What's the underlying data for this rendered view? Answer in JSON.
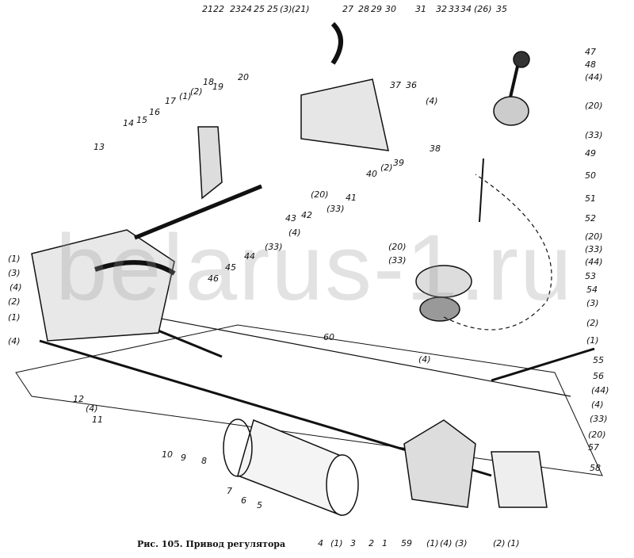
{
  "figure": {
    "caption": "Рис. 105. Привод регулятора",
    "watermark": "belarus-1.ru",
    "labels": [
      "21",
      "22",
      "23",
      "24",
      "25",
      "25",
      "(3)",
      "(21)",
      "27",
      "28",
      "29",
      "30",
      "31",
      "32",
      "33",
      "34",
      "(26)",
      "35",
      "47",
      "48",
      "(44)",
      "(20)",
      "(33)",
      "49",
      "50",
      "51",
      "52",
      "(20)",
      "(33)",
      "(44)",
      "53",
      "54",
      "(3)",
      "(2)",
      "(1)",
      "55",
      "56",
      "(44)",
      "(4)",
      "(33)",
      "(20)",
      "57",
      "58",
      "36",
      "(4)",
      "37",
      "38",
      "39",
      "(2)",
      "40",
      "41",
      "(33)",
      "(20)",
      "42",
      "43",
      "(4)",
      "(33)",
      "44",
      "45",
      "46",
      "20",
      "19",
      "18",
      "(2)",
      "(1)",
      "17",
      "16",
      "15",
      "14",
      "13",
      "(1)",
      "(3)",
      "(4)",
      "(2)",
      "(1)",
      "(4)",
      "(20)",
      "(33)",
      "60",
      "12",
      "(4)",
      "11",
      "10",
      "9",
      "8",
      "7",
      "6",
      "5",
      "4",
      "(1)",
      "3",
      "2",
      "1",
      "59",
      "(1)",
      "(4)",
      "(3)",
      "(2)",
      "(1)",
      "(4)"
    ]
  }
}
